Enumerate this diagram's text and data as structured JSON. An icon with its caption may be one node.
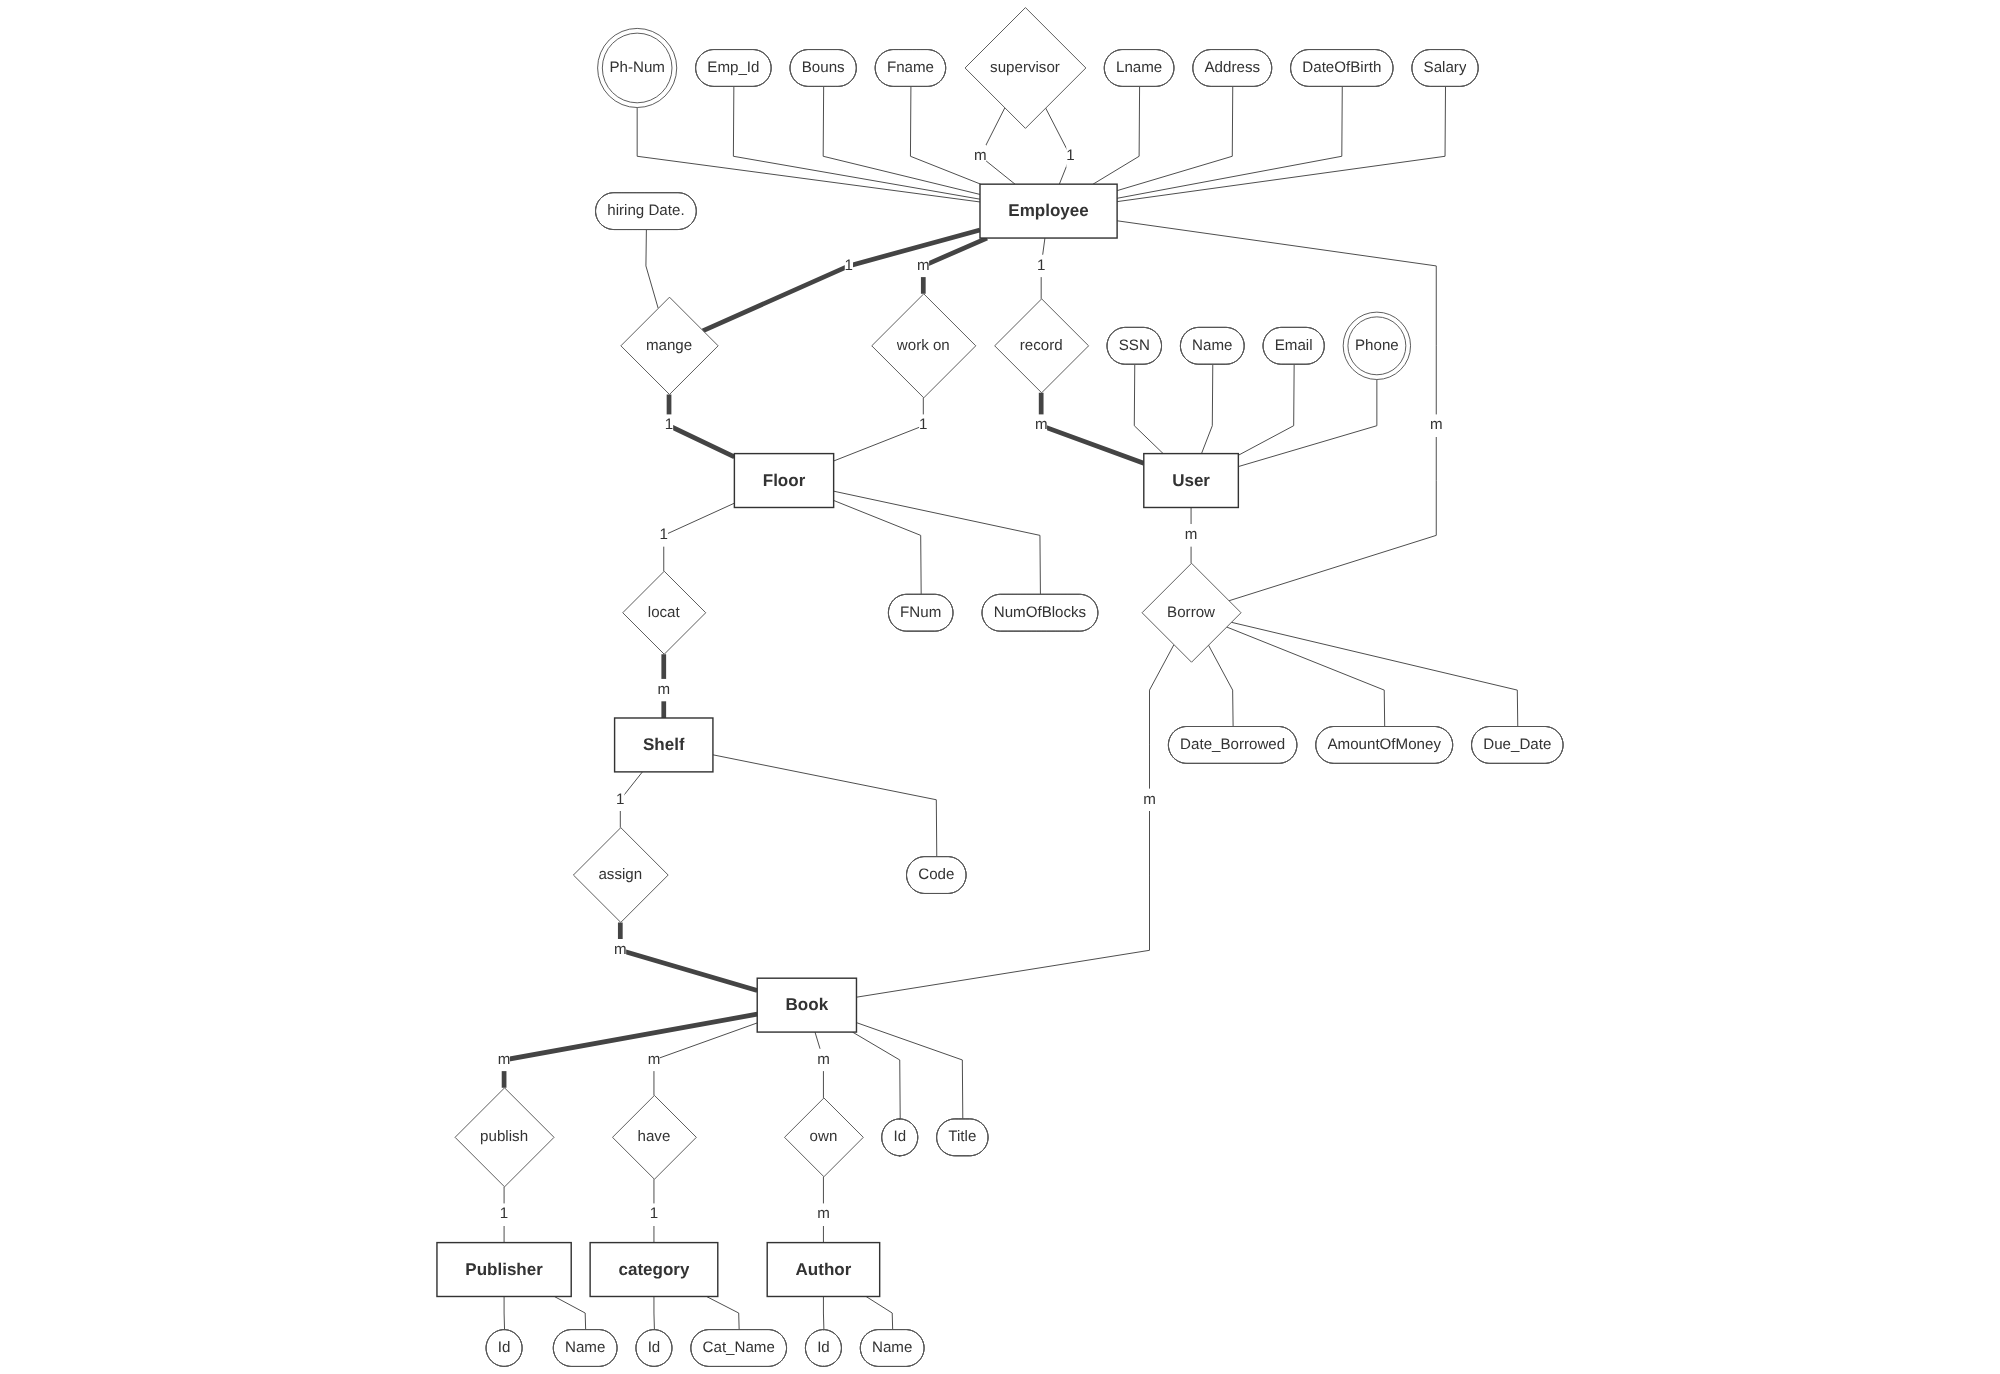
{
  "diagram": {
    "nodes": [
      {
        "text": [
          "supervisor"
        ]
      },
      {
        "text": [
          "hiring Date."
        ]
      },
      {
        "text": [
          "Ph-Num"
        ]
      },
      {
        "text": [
          "Emp_Id"
        ]
      },
      {
        "text": [
          "Bouns"
        ]
      },
      {
        "text": [
          "Fname"
        ]
      },
      {
        "text": [
          "mange"
        ]
      },
      {
        "text": [
          "Floor"
        ]
      },
      {
        "text": [
          "FNum"
        ]
      },
      {
        "text": [
          "Lname"
        ]
      },
      {
        "text": [
          "Employee"
        ]
      },
      {
        "text": [
          "Address"
        ]
      },
      {
        "text": [
          "NumOfBlocks"
        ]
      },
      {
        "text": [
          "DateOfBirth"
        ]
      },
      {
        "text": [
          "Salary"
        ]
      },
      {
        "text": [
          "work on"
        ]
      },
      {
        "text": [
          "locat"
        ]
      },
      {
        "text": [
          "record"
        ]
      },
      {
        "text": [
          "Shelf"
        ]
      },
      {
        "text": [
          "Code"
        ]
      },
      {
        "text": [
          "SSN"
        ]
      },
      {
        "text": [
          "Name"
        ]
      },
      {
        "text": [
          "Borrow"
        ]
      },
      {
        "text": [
          "User"
        ]
      },
      {
        "text": [
          "assign"
        ]
      },
      {
        "text": [
          "Email"
        ]
      },
      {
        "text": [
          "Date_Borrowed"
        ]
      },
      {
        "text": [
          "Phone"
        ]
      },
      {
        "text": [
          "Due_Date"
        ]
      },
      {
        "text": [
          "Book"
        ]
      },
      {
        "text": [
          "Id"
        ]
      },
      {
        "text": [
          "AmountOfMoney"
        ]
      },
      {
        "text": [
          "Title"
        ]
      },
      {
        "text": [
          "have"
        ]
      },
      {
        "text": [
          "publish"
        ]
      },
      {
        "text": [
          "own"
        ]
      },
      {
        "text": [
          "Publisher"
        ]
      },
      {
        "text": [
          "category"
        ]
      },
      {
        "text": [
          "Author"
        ]
      },
      {
        "text": [
          "Id"
        ]
      },
      {
        "text": [
          "Name"
        ]
      },
      {
        "text": [
          "Id"
        ]
      },
      {
        "text": [
          "Id"
        ]
      },
      {
        "text": [
          "Cat_Name"
        ]
      },
      {
        "text": [
          "Name"
        ]
      }
    ],
    "edges": [
      {
        "from": 10,
        "to": 0,
        "arrow": "none",
        "label": "1"
      },
      {
        "from": 0,
        "to": 10,
        "arrow": "none",
        "label": "m"
      },
      {
        "from": 10,
        "to": 6,
        "arrow": "none",
        "label": "1",
        "style": "thick"
      },
      {
        "from": 6,
        "to": 7,
        "arrow": "none",
        "label": "1",
        "style": "thick"
      },
      {
        "from": 1,
        "to": 6,
        "arrow": "none"
      },
      {
        "from": 10,
        "to": 15,
        "arrow": "none",
        "label": "m",
        "style": "thick"
      },
      {
        "from": 15,
        "to": 7,
        "arrow": "none",
        "label": "1"
      },
      {
        "from": 10,
        "to": 17,
        "arrow": "none",
        "label": "1"
      },
      {
        "from": 17,
        "to": 23,
        "arrow": "none",
        "label": "m",
        "style": "thick"
      },
      {
        "from": 10,
        "to": 22,
        "arrow": "none",
        "label": "m"
      },
      {
        "from": 23,
        "to": 22,
        "arrow": "none",
        "label": "m"
      },
      {
        "from": 22,
        "to": 29,
        "arrow": "none",
        "label": "m"
      },
      {
        "from": 22,
        "to": 26,
        "arrow": "none"
      },
      {
        "from": 22,
        "to": 31,
        "arrow": "none"
      },
      {
        "from": 22,
        "to": 28,
        "arrow": "none"
      },
      {
        "from": 7,
        "to": 16,
        "arrow": "none",
        "label": "1"
      },
      {
        "from": 16,
        "to": 18,
        "arrow": "none",
        "label": "m",
        "style": "thick"
      },
      {
        "from": 18,
        "to": 24,
        "arrow": "none",
        "label": "1"
      },
      {
        "from": 24,
        "to": 29,
        "arrow": "none",
        "label": "m",
        "style": "thick"
      },
      {
        "from": 29,
        "to": 34,
        "arrow": "none",
        "label": "m",
        "style": "thick"
      },
      {
        "from": 34,
        "to": 36,
        "arrow": "none",
        "label": "1"
      },
      {
        "from": 29,
        "to": 33,
        "arrow": "none",
        "label": "m"
      },
      {
        "from": 33,
        "to": 37,
        "arrow": "none",
        "label": "1"
      },
      {
        "from": 29,
        "to": 35,
        "arrow": "none",
        "label": "m"
      },
      {
        "from": 35,
        "to": 38,
        "arrow": "none",
        "label": "m"
      },
      {
        "from": 2,
        "to": 10,
        "arrow": "none"
      },
      {
        "from": 3,
        "to": 10,
        "arrow": "none"
      },
      {
        "from": 4,
        "to": 10,
        "arrow": "none"
      },
      {
        "from": 5,
        "to": 10,
        "arrow": "none"
      },
      {
        "from": 9,
        "to": 10,
        "arrow": "none"
      },
      {
        "from": 11,
        "to": 10,
        "arrow": "none"
      },
      {
        "from": 13,
        "to": 10,
        "arrow": "none"
      },
      {
        "from": 14,
        "to": 10,
        "arrow": "none"
      },
      {
        "from": 7,
        "to": 8,
        "arrow": "none"
      },
      {
        "from": 7,
        "to": 12,
        "arrow": "none"
      },
      {
        "from": 18,
        "to": 19,
        "arrow": "none"
      },
      {
        "from": 20,
        "to": 23,
        "arrow": "none"
      },
      {
        "from": 21,
        "to": 23,
        "arrow": "none"
      },
      {
        "from": 25,
        "to": 23,
        "arrow": "none"
      },
      {
        "from": 27,
        "to": 23,
        "arrow": "none"
      },
      {
        "from": 29,
        "to": 30,
        "arrow": "none"
      },
      {
        "from": 29,
        "to": 32,
        "arrow": "none"
      },
      {
        "from": 36,
        "to": 39,
        "arrow": "none"
      },
      {
        "from": 36,
        "to": 40,
        "arrow": "none"
      },
      {
        "from": 37,
        "to": 41,
        "arrow": "none"
      },
      {
        "from": 37,
        "to": 43,
        "arrow": "none"
      },
      {
        "from": 38,
        "to": 42,
        "arrow": "none"
      },
      {
        "from": 38,
        "to": 44,
        "arrow": "none"
      }
    ]
  }
}
